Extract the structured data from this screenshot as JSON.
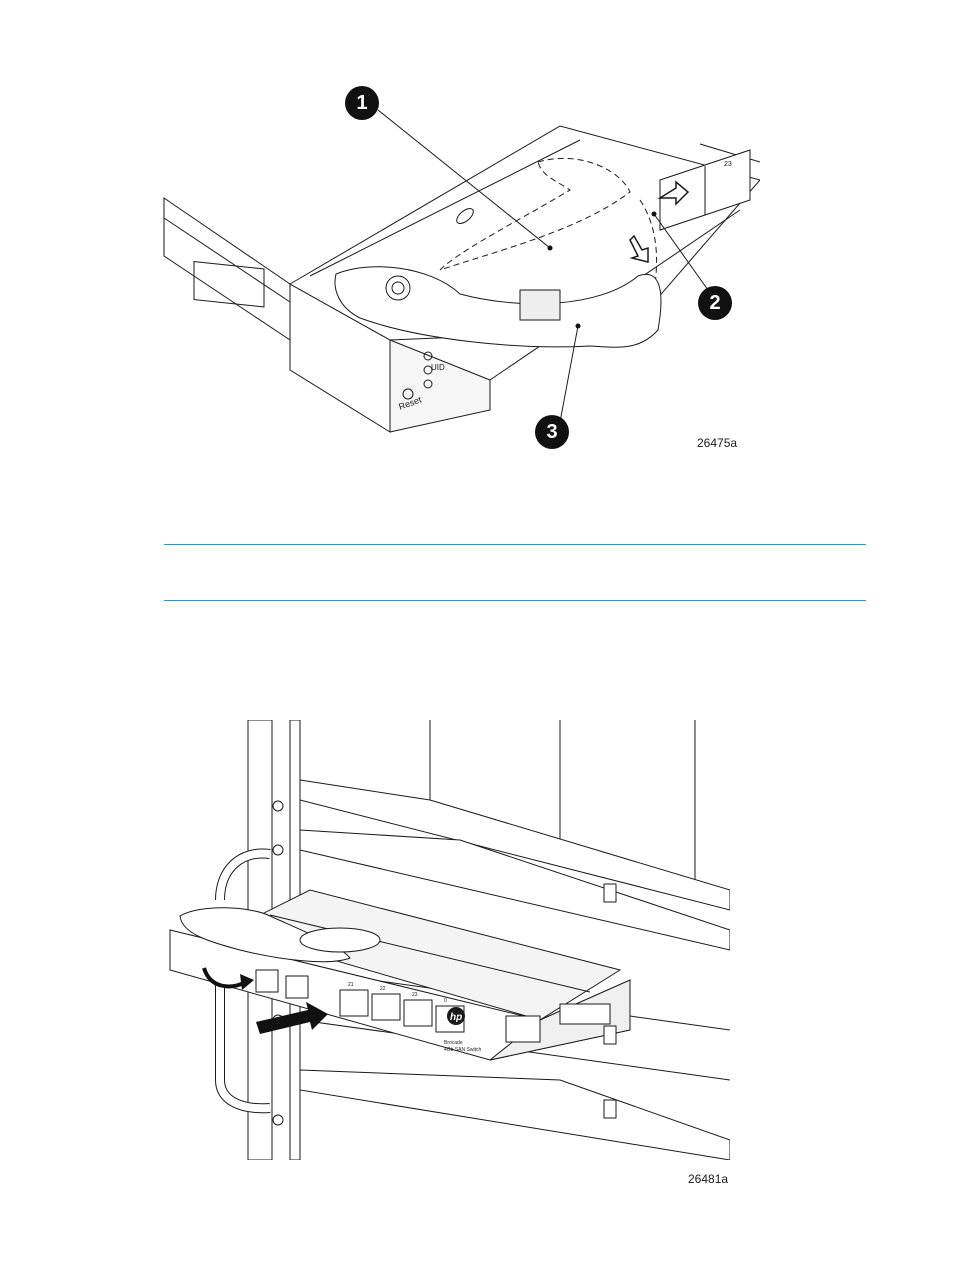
{
  "figure1": {
    "callouts": [
      "1",
      "2",
      "3"
    ],
    "panel_labels": [
      "UID",
      "Reset"
    ],
    "small_text": "23",
    "figure_number": "26475a"
  },
  "figure2": {
    "port_labels": [
      "21",
      "22",
      "23",
      "0"
    ],
    "brand": "hp",
    "device_label_line1": "Brocade",
    "device_label_line2": "4Gb SAN Switch",
    "figure_number": "26481a"
  },
  "colors": {
    "rule": "#3b8fc9",
    "line_art": "#1a1a1a"
  }
}
